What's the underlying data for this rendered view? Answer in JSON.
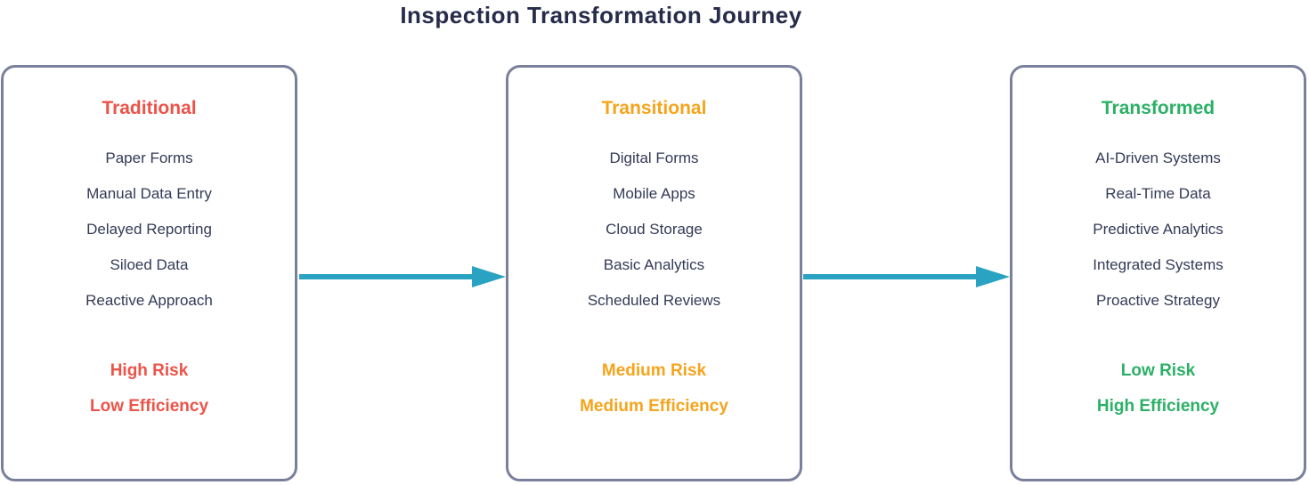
{
  "title": "Inspection Transformation Journey",
  "colors": {
    "background": "#ffffff",
    "heading_text": "#262c49",
    "item_text": "#333a56",
    "card_border": "#7a809b",
    "arrow": "#2aa3c2"
  },
  "stages": [
    {
      "name": "Traditional",
      "accent": "#ec5349",
      "items": [
        "Paper Forms",
        "Manual Data Entry",
        "Delayed Reporting",
        "Siloed Data",
        "Reactive Approach"
      ],
      "metrics": [
        "High Risk",
        "Low Efficiency"
      ]
    },
    {
      "name": "Transitional",
      "accent": "#f5a41c",
      "items": [
        "Digital Forms",
        "Mobile Apps",
        "Cloud Storage",
        "Basic Analytics",
        "Scheduled Reviews"
      ],
      "metrics": [
        "Medium Risk",
        "Medium Efficiency"
      ]
    },
    {
      "name": "Transformed",
      "accent": "#2cb066",
      "items": [
        "AI-Driven Systems",
        "Real-Time Data",
        "Predictive Analytics",
        "Integrated Systems",
        "Proactive Strategy"
      ],
      "metrics": [
        "Low Risk",
        "High Efficiency"
      ]
    }
  ],
  "arrows": [
    {
      "name": "traditional-to-transitional"
    },
    {
      "name": "transitional-to-transformed"
    }
  ]
}
